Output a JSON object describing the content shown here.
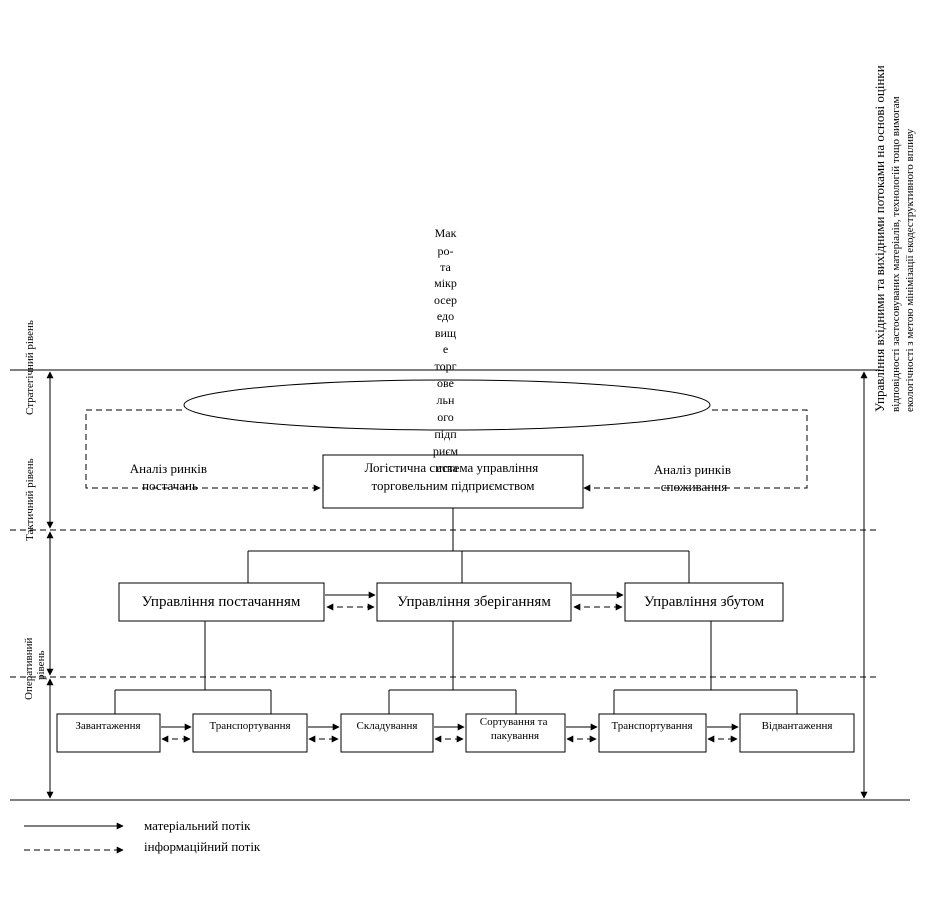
{
  "macro_env_lines": [
    "Мак",
    "ро-",
    "та",
    "мікр",
    "осер",
    "едо",
    "вищ",
    "е",
    "торг",
    "ове",
    "льн",
    "ого",
    "підп",
    "риєм",
    "ства"
  ],
  "levels": {
    "strategic": "Стратегічний рівень",
    "tactical": "Тактичний рівень",
    "operational": [
      "Оперативний",
      "рівень"
    ]
  },
  "right_note": [
    "Управління вхідними та вихідними потоками на основі оцінки",
    "відповідності застосовуваних матеріалів, технологій тощо вимогам",
    "екологічності з метою мінімізації екодеструктивного впливу"
  ],
  "central_box": [
    "Логістична система управління",
    "торговельним підприємством"
  ],
  "market_supply": [
    "Аналіз ринків",
    "постачань"
  ],
  "market_consumption": [
    "Аналіз ринків",
    "споживання"
  ],
  "mid_boxes": [
    "Управління постачанням",
    "Управління зберіганням",
    "Управління збутом"
  ],
  "ops_boxes": [
    [
      "Завантаження"
    ],
    [
      "Транспортування"
    ],
    [
      "Складування"
    ],
    [
      "Сортування та",
      "пакування"
    ],
    [
      "Транспортування"
    ],
    [
      "Відвантаження"
    ]
  ],
  "legend": {
    "material": "матеріальний потік",
    "info": "інформаційний потік"
  }
}
